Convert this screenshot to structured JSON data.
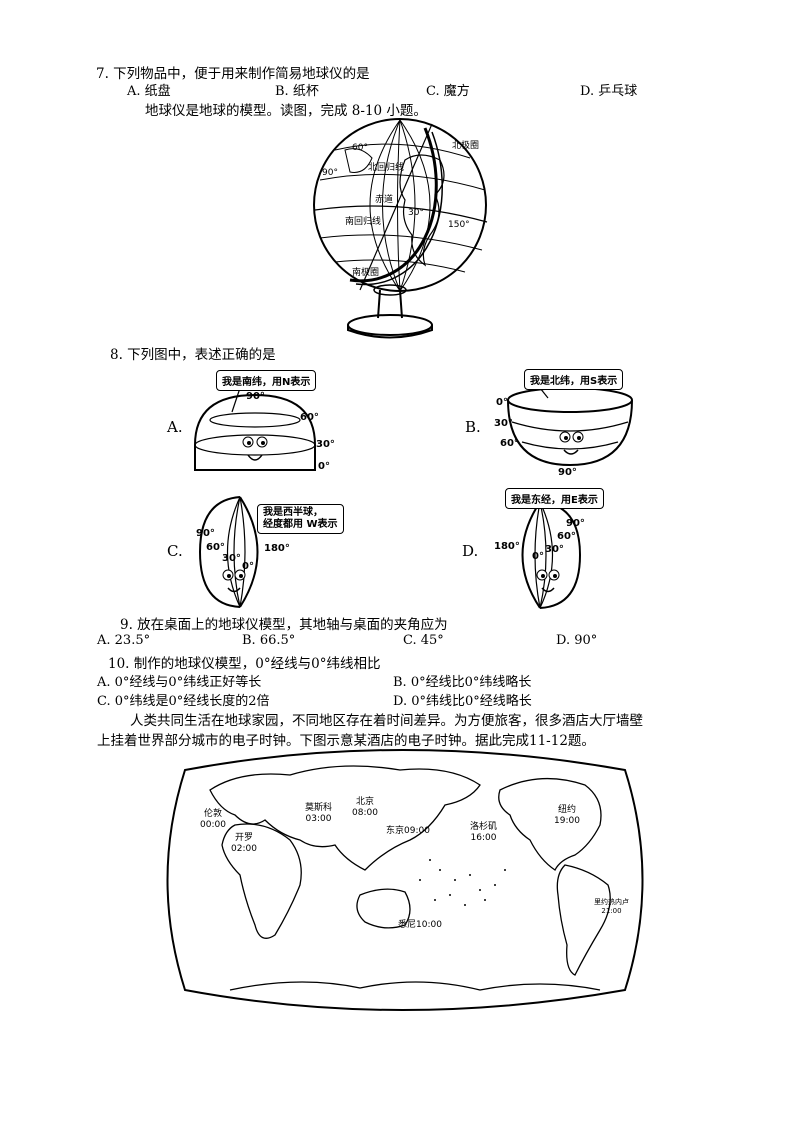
{
  "q7": {
    "stem": "7. 下列物品中，便于用来制作简易地球仪的是",
    "options": [
      "A. 纸盘",
      "B. 纸杯",
      "C. 魔方",
      "D. 乒乓球"
    ]
  },
  "intro_8_10": "地球仪是地球的模型。读图，完成 8-10 小题。",
  "globe": {
    "labels": {
      "arctic": "北极圈",
      "tropic_n": "北回归线",
      "equator": "赤道",
      "tropic_s": "南回归线",
      "antarctic": "南极圈",
      "lat_90": "90°",
      "lat_60": "60°",
      "lon_150": "150°",
      "lon_30": "30°"
    }
  },
  "q8": {
    "stem": "8. 下列图中，表述正确的是",
    "A": {
      "letter": "A.",
      "bubble": "我是南纬，用N表示",
      "d90": "90°",
      "d60": "60°",
      "d30": "30°",
      "d0": "0°"
    },
    "B": {
      "letter": "B.",
      "bubble": "我是北纬，用S表示",
      "d0": "0°",
      "d30": "30°",
      "d60": "60°",
      "d90": "90°"
    },
    "C": {
      "letter": "C.",
      "bubble_l1": "我是西半球，",
      "bubble_l2": "经度都用 W表示",
      "d90": "90°",
      "d60": "60°",
      "d30": "30°",
      "d0": "0°",
      "d180": "180°"
    },
    "D": {
      "letter": "D.",
      "bubble": "我是东经，用E表示",
      "d180": "180°",
      "d0": "0°",
      "d30": "30°",
      "d60": "60°",
      "d90": "90°"
    }
  },
  "q9": {
    "stem": "9. 放在桌面上的地球仪模型，其地轴与桌面的夹角应为",
    "options": [
      "A. 23.5°",
      "B. 66.5°",
      "C. 45°",
      "D. 90°"
    ]
  },
  "q10": {
    "stem": "10. 制作的地球仪模型，0°经线与0°纬线相比",
    "options": [
      "A. 0°经线与0°纬线正好等长",
      "B. 0°经线比0°纬线略长",
      "C. 0°纬线是0°经线长度的2倍",
      "D. 0°纬线比0°经线略长"
    ]
  },
  "intro_11_12": {
    "line1": "人类共同生活在地球家园，不同地区存在着时间差异。为方便旅客，很多酒店大厅墙壁",
    "line2": "上挂着世界部分城市的电子时钟。下图示意某酒店的电子时钟。据此完成11-12题。"
  },
  "map_cities": [
    {
      "name": "伦敦",
      "time": "00:00"
    },
    {
      "name": "莫斯科",
      "time": "03:00"
    },
    {
      "name": "北京",
      "time": "08:00"
    },
    {
      "name": "东京09:00",
      "time": ""
    },
    {
      "name": "开罗",
      "time": "02:00"
    },
    {
      "name": "洛杉矶",
      "time": "16:00"
    },
    {
      "name": "纽约",
      "time": "19:00"
    },
    {
      "name": "里约热内卢",
      "time": "21:00"
    },
    {
      "name": "悉尼10:00",
      "time": ""
    }
  ]
}
